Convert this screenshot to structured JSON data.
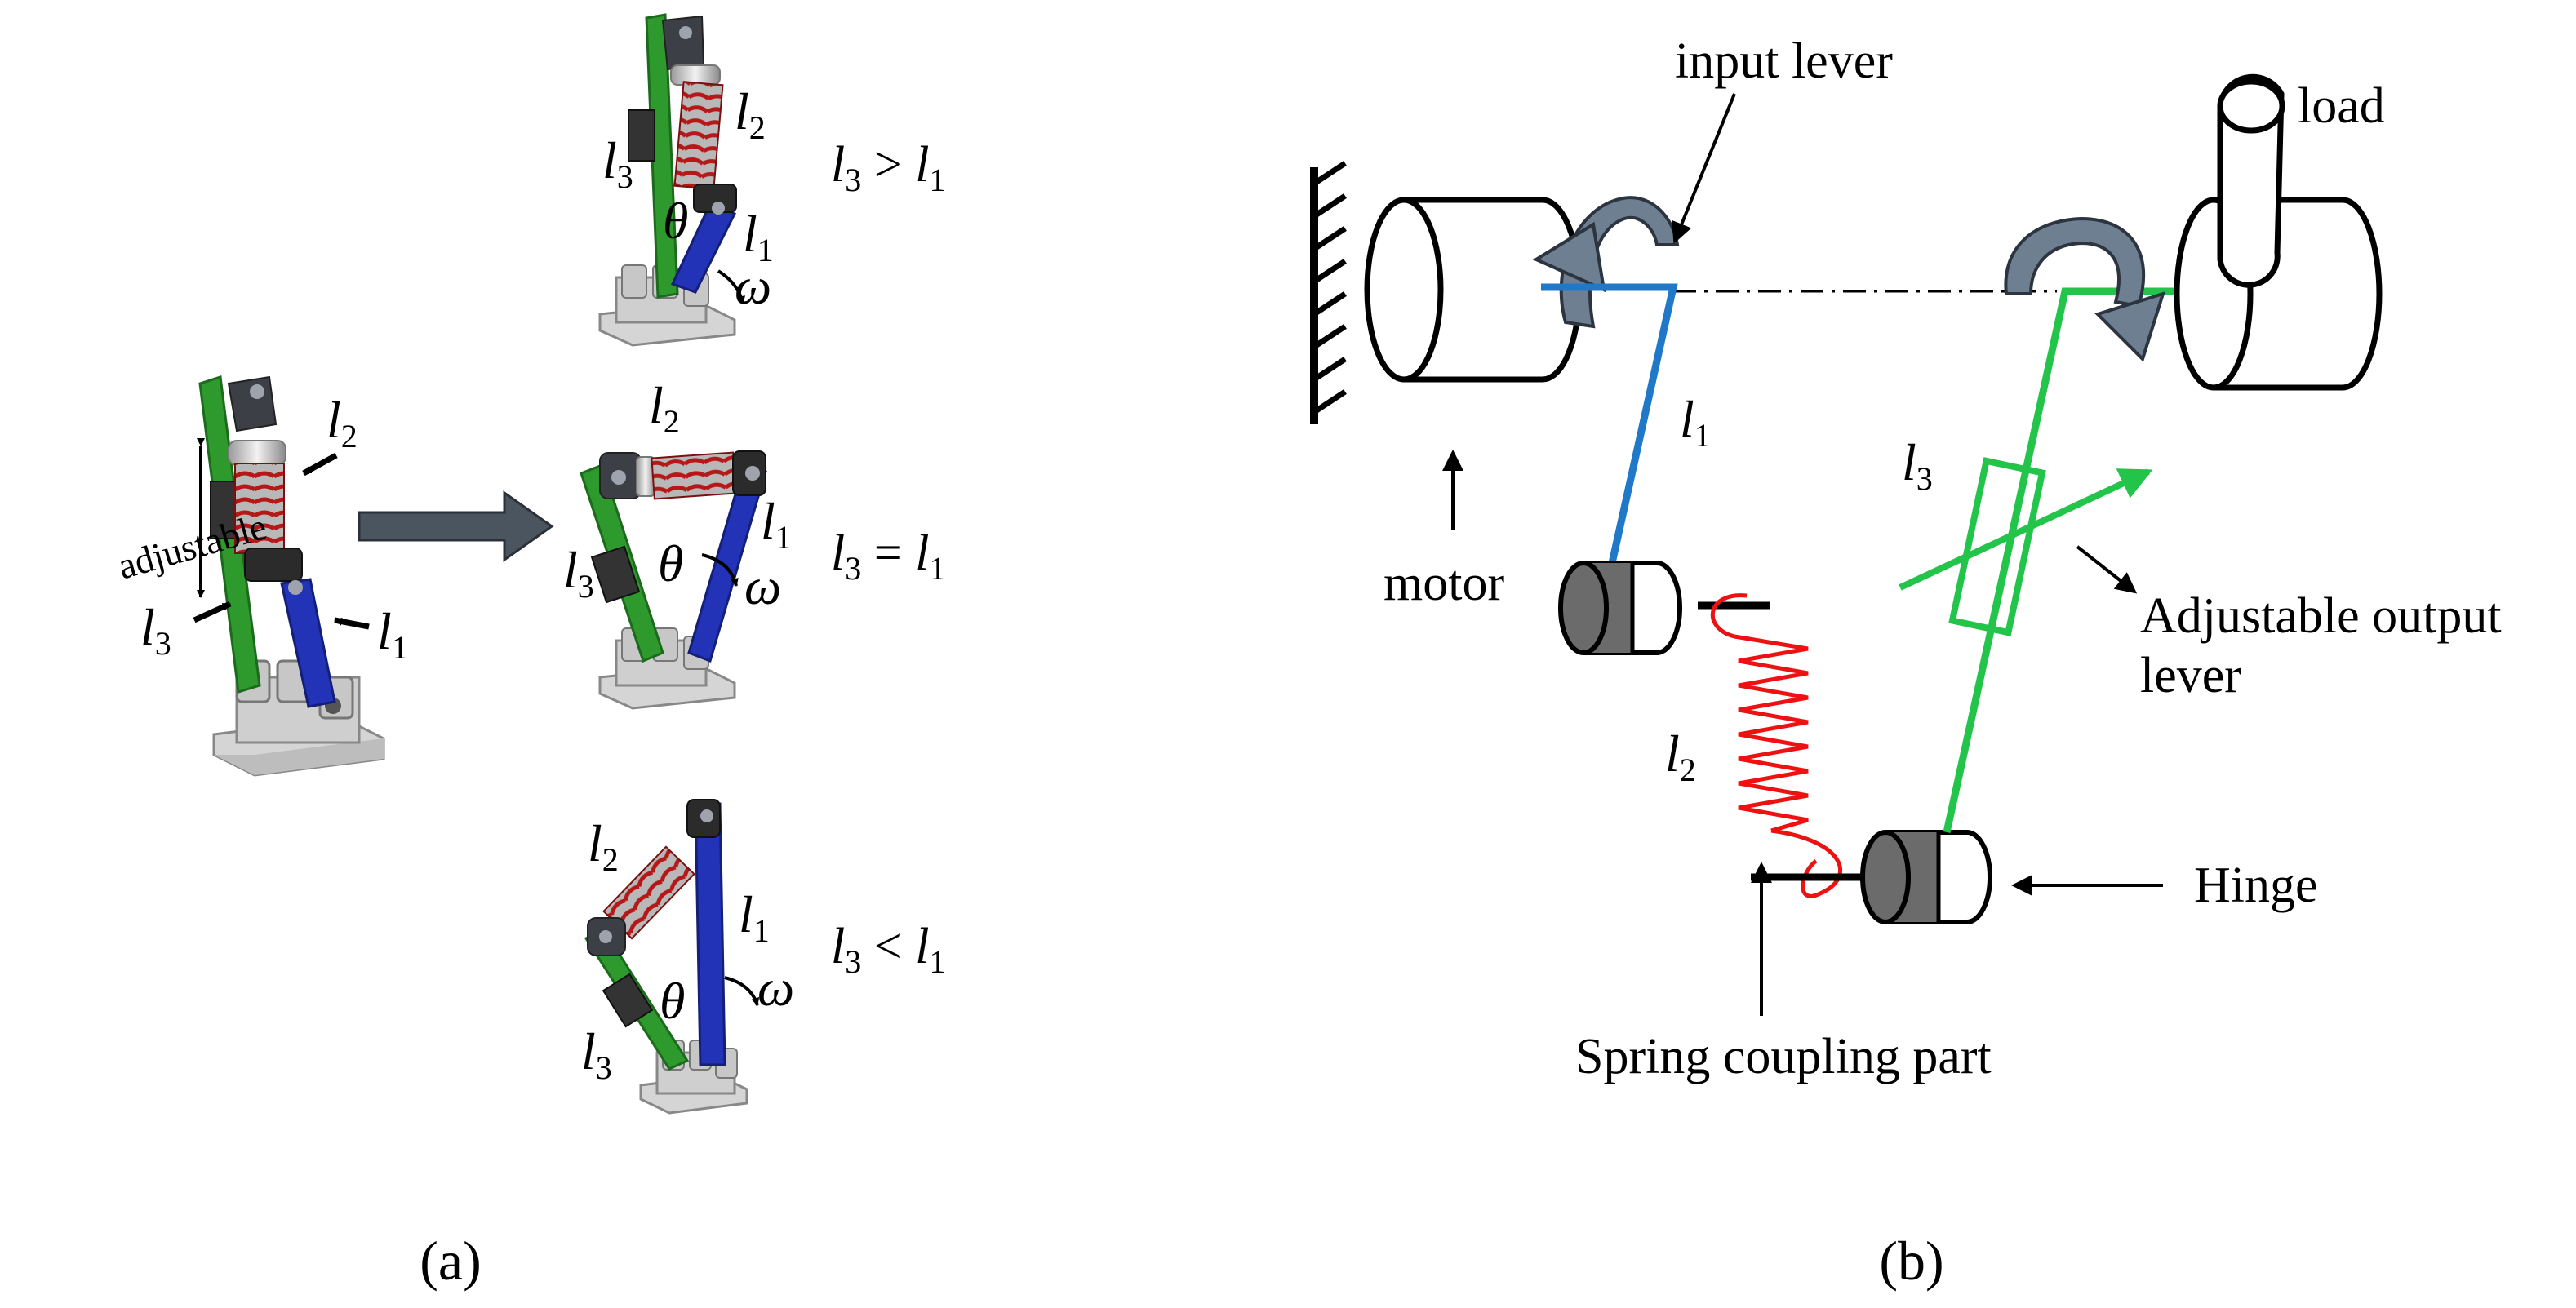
{
  "panel_a": {
    "label": "(a)",
    "adjustable": "adjustable",
    "mech": {
      "l1": "l",
      "l1_sub": "1",
      "l2": "l",
      "l2_sub": "2",
      "l3": "l",
      "l3_sub": "3",
      "theta": "θ",
      "omega": "ω"
    },
    "relations": [
      {
        "lhs": "l",
        "lhs_sub": "3",
        "op": " > ",
        "rhs": "l",
        "rhs_sub": "1"
      },
      {
        "lhs": "l",
        "lhs_sub": "3",
        "op": " = ",
        "rhs": "l",
        "rhs_sub": "1"
      },
      {
        "lhs": "l",
        "lhs_sub": "3",
        "op": " < ",
        "rhs": "l",
        "rhs_sub": "1"
      }
    ]
  },
  "panel_b": {
    "label": "(b)",
    "labels": {
      "input_lever": "input lever",
      "load": "load",
      "motor": "motor",
      "adjustable_output_1": "Adjustable output",
      "adjustable_output_2": "lever",
      "hinge": "Hinge",
      "spring_coupling": "Spring coupling part",
      "l1": "l",
      "l1_sub": "1",
      "l2": "l",
      "l2_sub": "2",
      "l3": "l",
      "l3_sub": "3"
    }
  },
  "colors": {
    "green_link": "#2e9a2e",
    "blue_link": "#2233b8",
    "spring_red": "#cc2222",
    "input_lever_blue": "#1f78c8",
    "output_lever_green": "#22c44a",
    "spring_line_red": "#ee1111",
    "arrow_gray": "#6f7f92",
    "base_gray": "#d8d8d8",
    "cap_dark": "#3d3f47",
    "main_arrow": "#4a5560"
  }
}
